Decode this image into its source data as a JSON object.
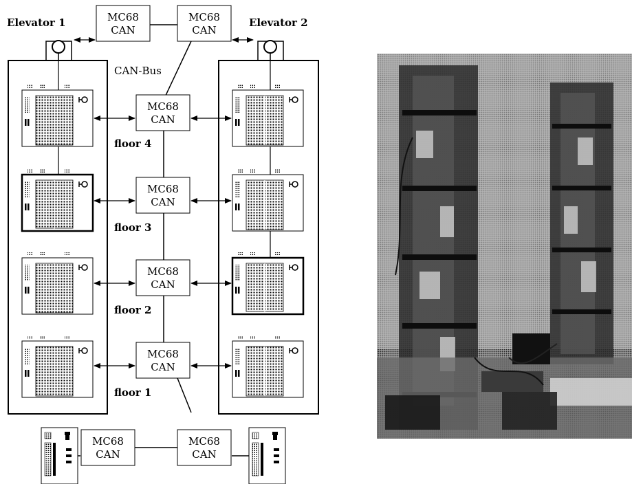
{
  "labels": {
    "elevator_1": "Elevator 1",
    "elevator_2": "Elevator 2",
    "can_bus": "CAN-Bus"
  },
  "controller": {
    "line1": "MC68",
    "line2": "CAN"
  },
  "floors": [
    {
      "label": "floor 4"
    },
    {
      "label": "floor 3"
    },
    {
      "label": "floor 2"
    },
    {
      "label": "floor 1"
    }
  ],
  "elevator_positions": {
    "elevator_1_car_floor": 3,
    "elevator_2_car_floor": 2
  },
  "photo": {
    "description_icon": "elevator-model-photo"
  },
  "colors": {
    "line": "#000000",
    "background": "#ffffff",
    "photo_base": "#7a7a7a"
  }
}
